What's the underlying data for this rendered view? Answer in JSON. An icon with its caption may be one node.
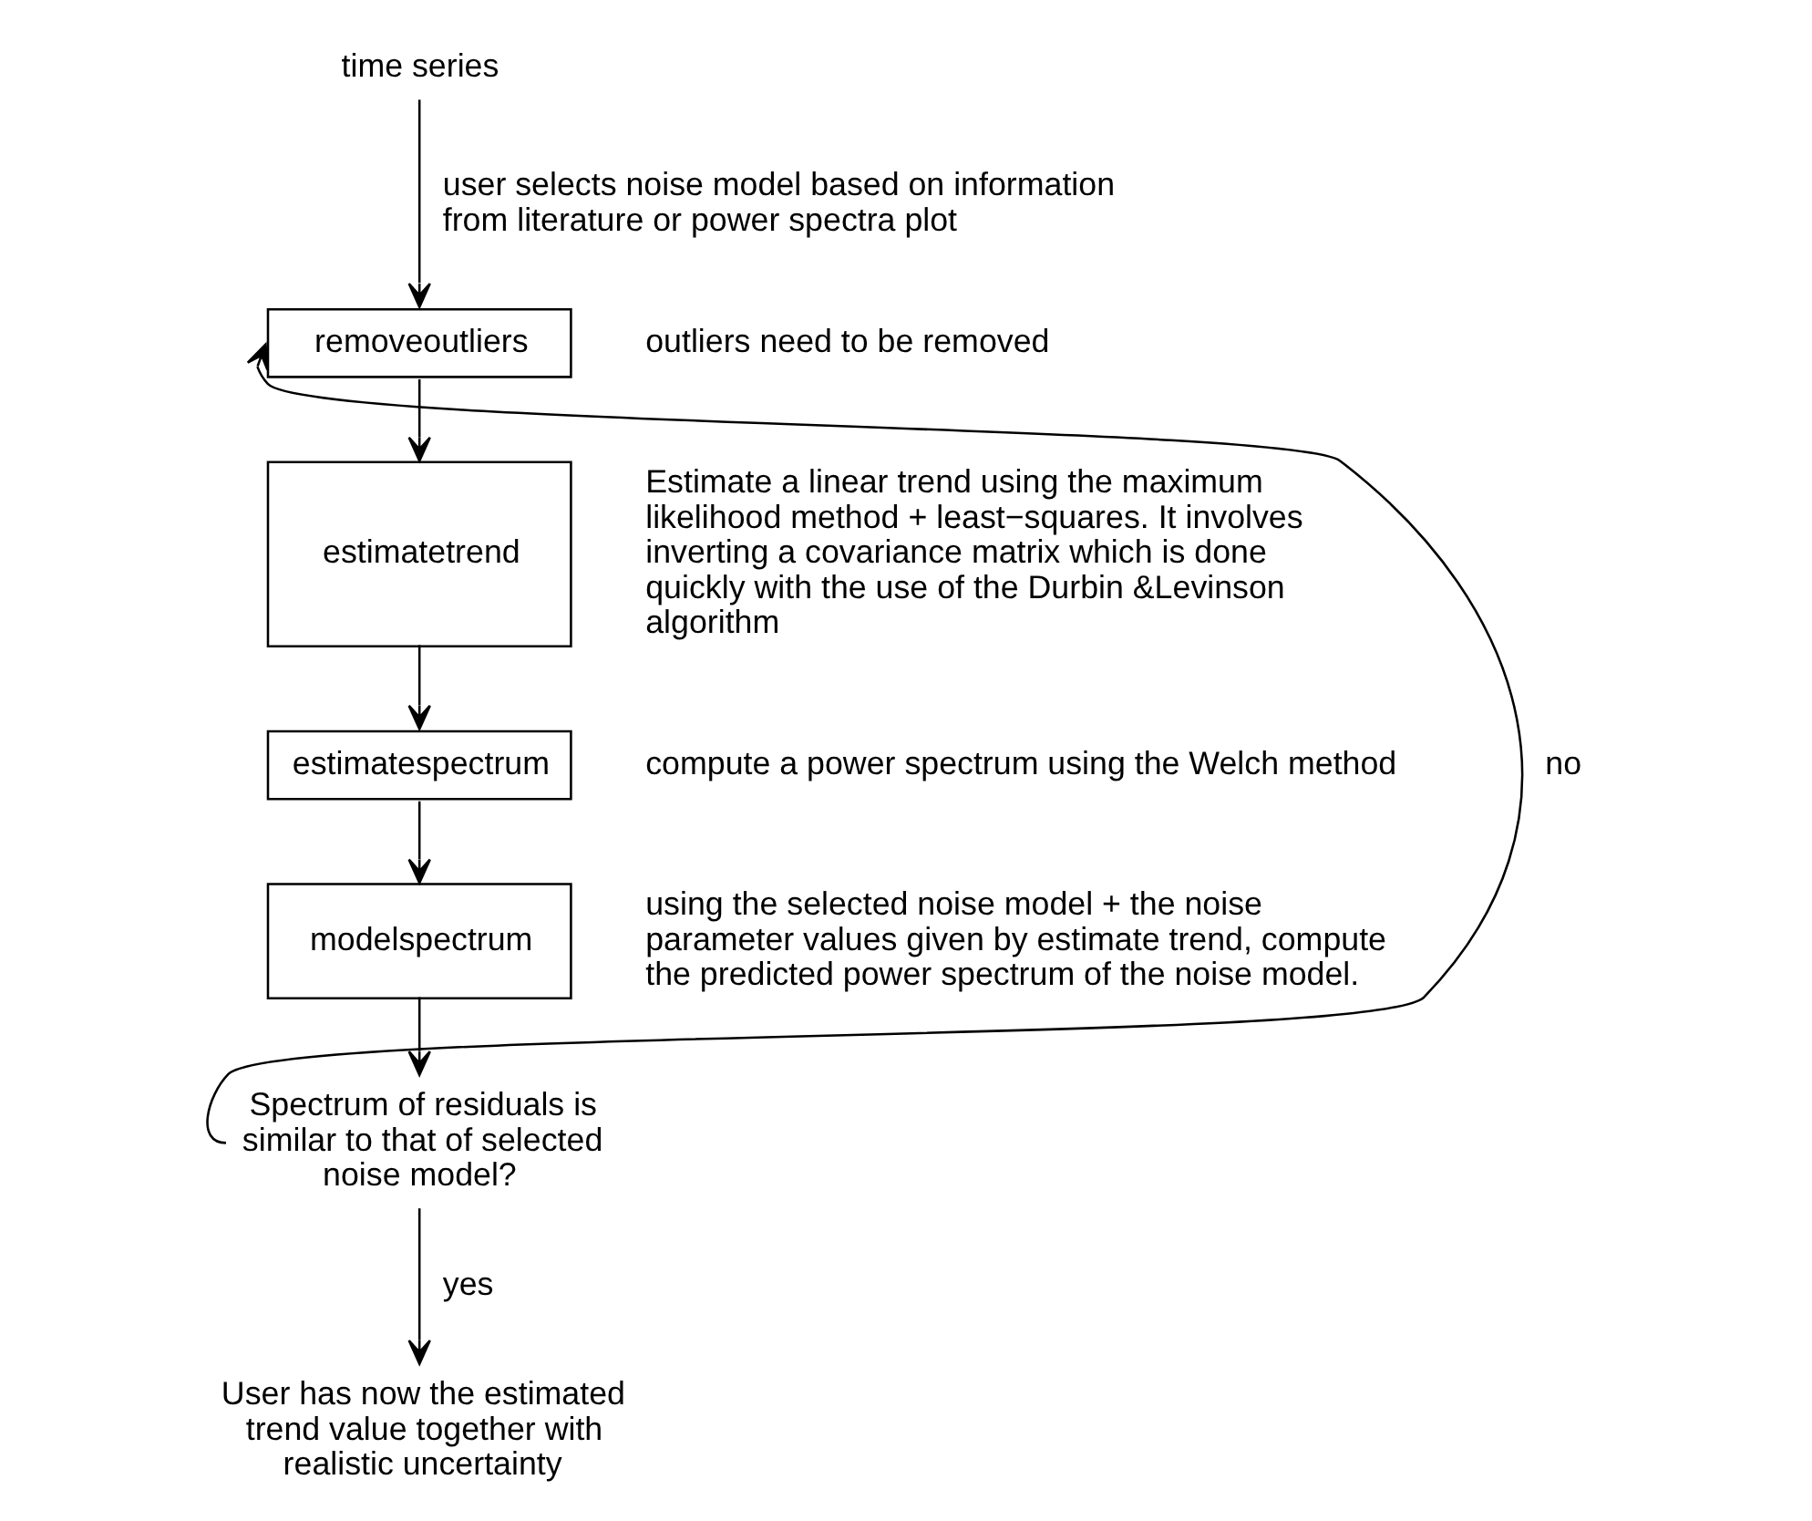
{
  "diagram": {
    "nodes": [
      {
        "text": [
          "time series"
        ]
      },
      {
        "text": [
          "removeoutliers"
        ],
        "beside": [
          "outliers need to be removed"
        ]
      },
      {
        "text": [
          "estimatetrend"
        ],
        "beside": [
          "Estimate a linear trend using the maximum likelihood method + least−squares. It involves inverting a covariance matrix which is done quickly with the use of the Durbin &Levinson algorithm"
        ]
      },
      {
        "text": [
          "estimatespectrum"
        ],
        "beside": [
          "compute a power spectrum using the Welch method"
        ]
      },
      {
        "text": [
          "modelspectrum"
        ],
        "beside": [
          "using the selected noise model + the noise parameter values given by estimate trend, compute the predicted power spectrum of the noise model."
        ]
      },
      {
        "text": [
          "Spectrum of residuals is similar to that of selected noise model?"
        ]
      },
      {
        "text": [
          "User has now the estimated trend value together with realistic uncertainty"
        ]
      }
    ],
    "edges": [
      {
        "from": 0,
        "to": 1,
        "arrow": "to",
        "label": "user selects noise model based on information from literature or power spectra plot"
      },
      {
        "from": 1,
        "to": 2,
        "arrow": "to"
      },
      {
        "from": 2,
        "to": 3,
        "arrow": "to"
      },
      {
        "from": 3,
        "to": 4,
        "arrow": "to"
      },
      {
        "from": 4,
        "to": 5,
        "arrow": "to"
      },
      {
        "from": 5,
        "to": 6,
        "arrow": "to",
        "label": "yes"
      },
      {
        "from": 5,
        "to": 1,
        "arrow": "to",
        "label": "no"
      }
    ]
  }
}
